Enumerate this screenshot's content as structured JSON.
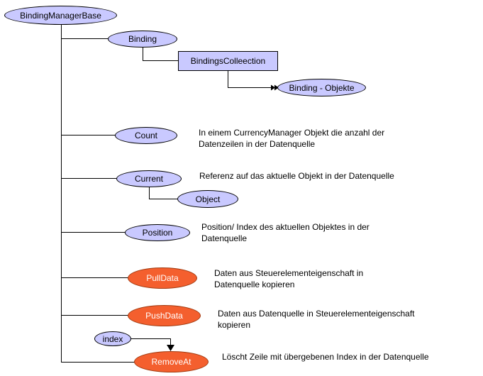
{
  "nodes": {
    "root": "BindingManagerBase",
    "binding": "Binding",
    "collection": "BindingsColleection",
    "objects": "Binding - Objekte",
    "count": "Count",
    "current": "Current",
    "object": "Object",
    "position": "Position",
    "pulldata": "PullData",
    "pushdata": "PushData",
    "index": "index",
    "removeat": "RemoveAt"
  },
  "notes": {
    "count": [
      "In einem CurrencyManager Objekt die anzahl der",
      "Datenzeilen in der Datenquelle"
    ],
    "current": [
      "Referenz auf das aktuelle Objekt in der Datenquelle"
    ],
    "position": [
      "Position/ Index des aktuellen Objektes in  der",
      "Datenquelle"
    ],
    "pulldata": [
      "Daten aus Steuerelementeigenschaft in",
      "Datenquelle kopieren"
    ],
    "pushdata": [
      "Daten aus Datenquelle in Steuerelementeigenschaft",
      "kopieren"
    ],
    "removeat": [
      "Löscht Zeile mit übergebenen Index in der Datenquelle"
    ]
  },
  "colors": {
    "property_fill": "#c9c9ff",
    "method_fill": "#f45f2e",
    "method_text": "#ffffff",
    "line": "#000000"
  }
}
